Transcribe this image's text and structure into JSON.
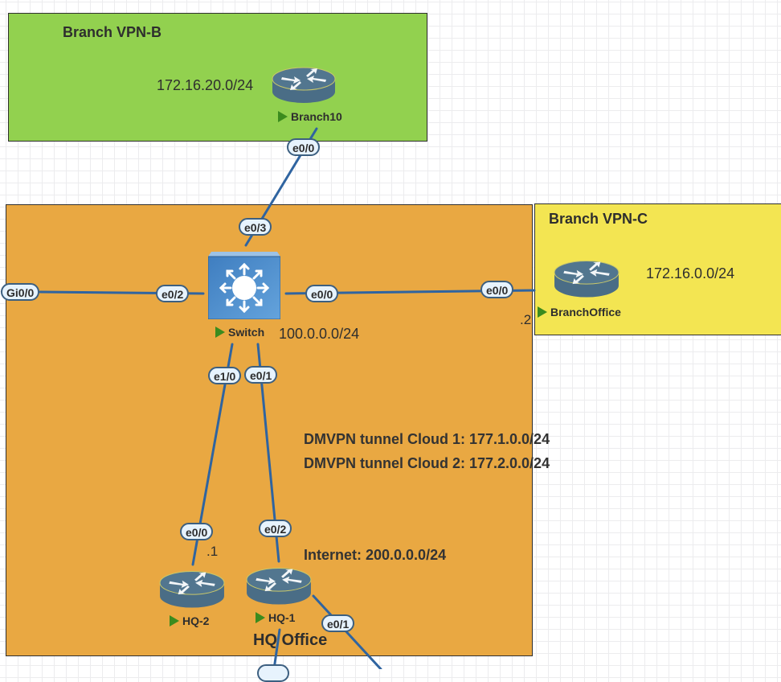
{
  "zones": {
    "branch_b": {
      "title": "Branch VPN-B",
      "network": "172.16.20.0/24",
      "color": "#92d14f"
    },
    "hq": {
      "title": "HQ Office",
      "network": "100.0.0.0/24",
      "color": "#e9a842"
    },
    "branch_c": {
      "title": "Branch VPN-C",
      "network": "172.16.0.0/24",
      "color": "#f3e552"
    }
  },
  "notes": {
    "dmvpn1": "DMVPN tunnel Cloud 1: 177.1.0.0/24",
    "dmvpn2": "DMVPN tunnel Cloud 2: 177.2.0.0/24",
    "internet": "Internet: 200.0.0.0/24"
  },
  "devices": {
    "branch10": {
      "name": "Branch10",
      "type": "router",
      "status": "running"
    },
    "switch": {
      "name": "Switch",
      "type": "switch",
      "status": "running"
    },
    "branchoffice": {
      "name": "BranchOffice",
      "type": "router",
      "status": "running"
    },
    "hq2": {
      "name": "HQ-2",
      "type": "router",
      "status": "running"
    },
    "hq1": {
      "name": "HQ-1",
      "type": "router",
      "status": "running"
    }
  },
  "ports": {
    "branch10_e00": "e0/0",
    "switch_e03": "e0/3",
    "ext_gi00": "Gi0/0",
    "switch_e02": "e0/2",
    "switch_e00": "e0/0",
    "branchoffice_e00": "e0/0",
    "switch_e10": "e1/0",
    "switch_e01": "e0/1",
    "hq2_e00": "e0/0",
    "hq1_e02": "e0/2",
    "hq1_e01": "e0/1"
  },
  "ip_suffixes": {
    "branchoffice": ".2",
    "hq2": ".1"
  },
  "link_color": "#2f64a0",
  "status_color": "#3b8b1e"
}
